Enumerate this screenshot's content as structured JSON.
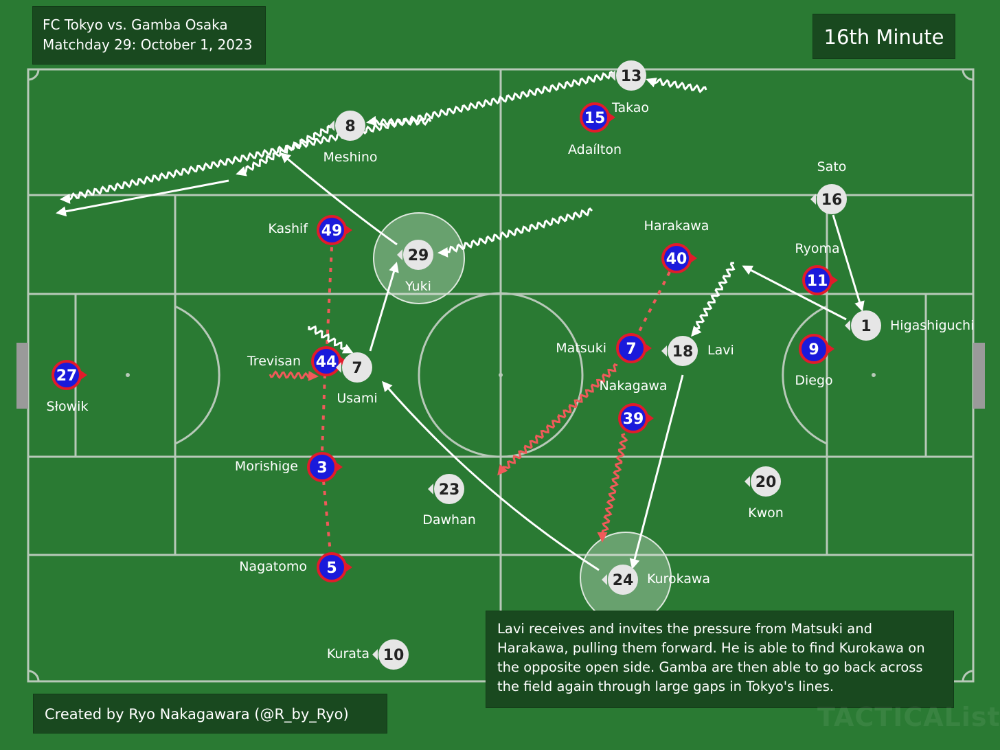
{
  "match": {
    "title": "FC Tokyo vs. Gamba Osaka",
    "matchday": "Matchday 29: October 1, 2023"
  },
  "minute_label": "16th Minute",
  "credit": "Created by Ryo Nakagawara (@R_by_Ryo)",
  "description": "Lavi receives and invites the pressure from Matsuki and Harakawa, pulling them forward. He is able to find Kurokawa on the opposite open side. Gamba are then able to go back across the field again through large gaps in Tokyo's lines.",
  "watermark": "TACTICALista",
  "colors": {
    "pitch": "#2a7a33",
    "lines": "#b8c9b9",
    "tokyo_fill": "#1a1adb",
    "tokyo_ring": "#e21b2b",
    "gamba_fill": "#e6e6e6",
    "run_arrow": "#ffffff",
    "press_line": "#f05a5a"
  },
  "tokyo_players": [
    {
      "number": "27",
      "name": "Słowik"
    },
    {
      "number": "49",
      "name": "Kashif"
    },
    {
      "number": "44",
      "name": "Trevisan"
    },
    {
      "number": "3",
      "name": "Morishige"
    },
    {
      "number": "5",
      "name": "Nagatomo"
    },
    {
      "number": "15",
      "name": "Takao"
    },
    {
      "number": "40",
      "name": "Harakawa"
    },
    {
      "number": "7",
      "name": "Matsuki"
    },
    {
      "number": "39",
      "name": "Nakagawa"
    },
    {
      "number": "11",
      "name": "Ryoma"
    },
    {
      "number": "9",
      "name": "Diego"
    }
  ],
  "gamba_players": [
    {
      "number": "13",
      "name": ""
    },
    {
      "number": "8",
      "name": "Meshino"
    },
    {
      "number": "29",
      "name": "Yuki"
    },
    {
      "number": "7",
      "name": "Usami"
    },
    {
      "number": "23",
      "name": "Dawhan"
    },
    {
      "number": "10",
      "name": "Kurata"
    },
    {
      "number": "24",
      "name": "Kurokawa"
    },
    {
      "number": "18",
      "name": "Lavi"
    },
    {
      "number": "20",
      "name": "Kwon"
    },
    {
      "number": "16",
      "name": "Sato"
    },
    {
      "number": "1",
      "name": "Higashiguchi"
    },
    {
      "number": "",
      "name": "Adaílton"
    }
  ]
}
